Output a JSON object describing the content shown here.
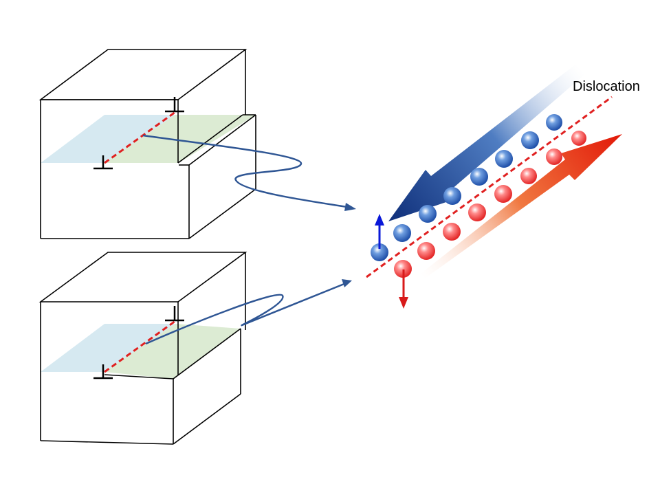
{
  "diagram": {
    "labels": {
      "dislocation": "Dislocation"
    },
    "colors": {
      "slip_plane_blue": "#d6e9f1",
      "slip_plane_green": "#dcebd3",
      "dislocation_line": "#e02020",
      "connector": "#2f5694",
      "blue_atom": "#3a6fc4",
      "red_atom": "#f04848",
      "up_arrow": "#0a18d8",
      "down_arrow": "#d81a1a"
    },
    "icons": [
      "edge-dislocation-symbol",
      "up-arrow",
      "down-arrow"
    ]
  }
}
